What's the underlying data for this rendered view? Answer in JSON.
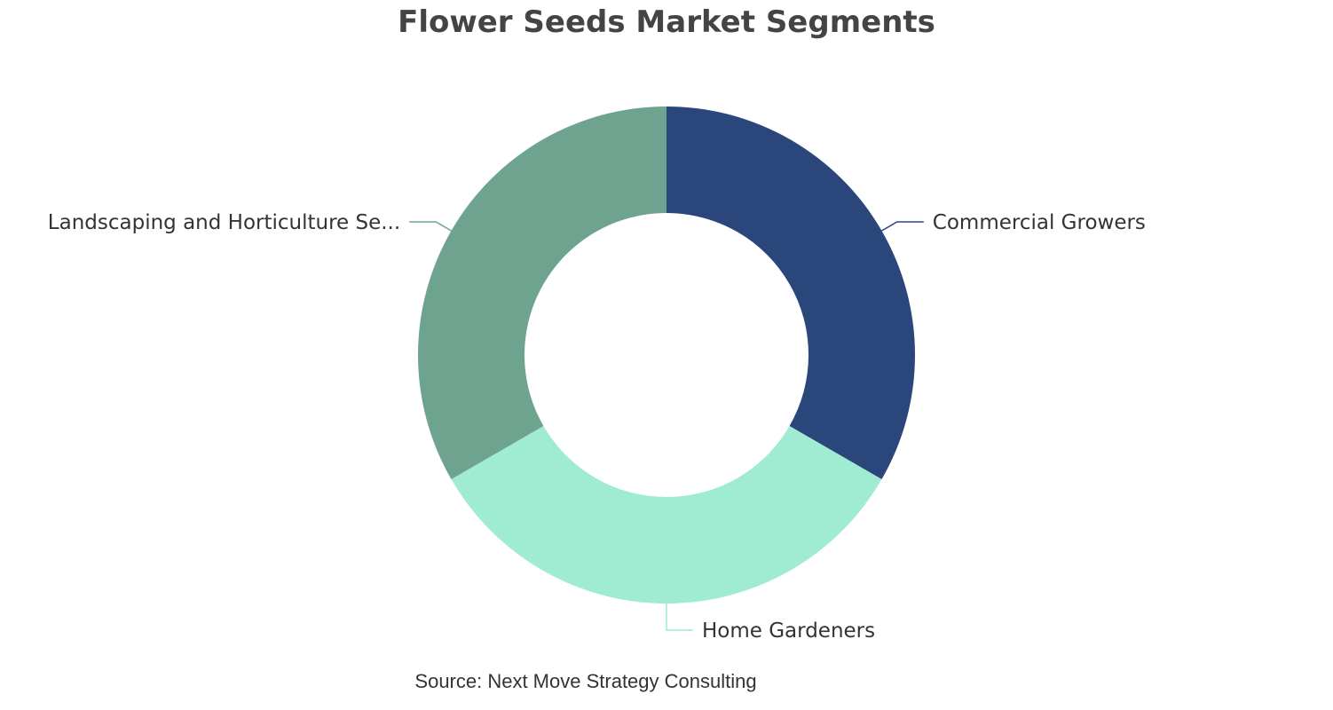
{
  "chart_data": {
    "type": "pie",
    "title": "Flower Seeds Market Segments",
    "source": "Source: Next Move Strategy Consulting",
    "labels": [
      "Commercial Growers",
      "Home Gardeners",
      "Landscaping and Horticulture Se..."
    ],
    "values": [
      33.3,
      33.3,
      33.3
    ],
    "colors": [
      "#2b467b",
      "#a0ecd3",
      "#6ea38f"
    ],
    "legend": "none"
  }
}
